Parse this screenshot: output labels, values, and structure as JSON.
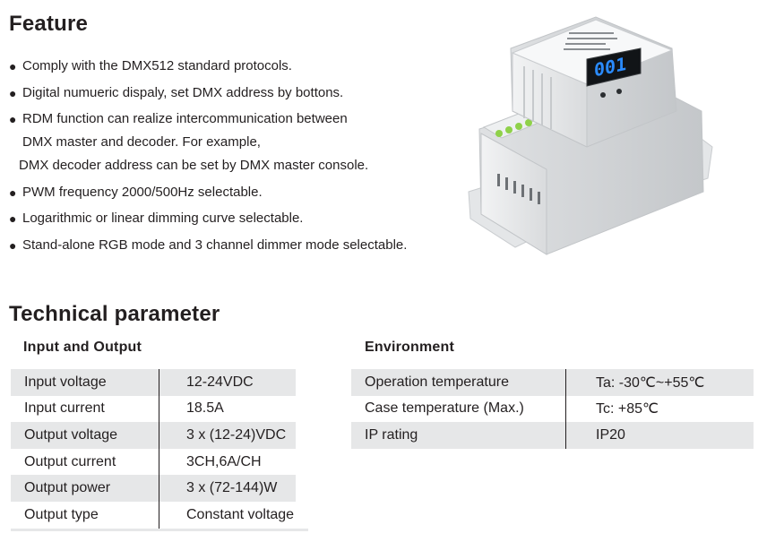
{
  "feature": {
    "title": "Feature",
    "bullets": [
      {
        "text": "Comply with the DMX512 standard protocols."
      },
      {
        "text": "Digital numueric dispaly, set DMX address by bottons."
      },
      {
        "text": "RDM function can realize intercommunication between",
        "line2": "DMX master and decoder.  For example,",
        "line3": "DMX decoder address can be set by DMX master console."
      },
      {
        "text": "PWM frequency 2000/500Hz selectable."
      },
      {
        "text": "Logarithmic or linear dimming curve selectable."
      },
      {
        "text": "Stand-alone RGB mode and 3 channel dimmer mode selectable."
      }
    ]
  },
  "product": {
    "display_text": "001"
  },
  "technical": {
    "title": "Technical parameter",
    "input_output": {
      "title": "Input and Output",
      "rows": [
        {
          "key": "Input voltage",
          "value": "12-24VDC"
        },
        {
          "key": "Input current",
          "value": "18.5A"
        },
        {
          "key": "Output voltage",
          "value": "3 x (12-24)VDC"
        },
        {
          "key": "Output current",
          "value": "3CH,6A/CH"
        },
        {
          "key": "Output power",
          "value": "3 x (72-144)W"
        },
        {
          "key": "Output type",
          "value": "Constant voltage"
        }
      ]
    },
    "environment": {
      "title": "Environment",
      "rows": [
        {
          "key": "Operation temperature",
          "value": "Ta: -30℃~+55℃"
        },
        {
          "key": "Case temperature (Max.)",
          "value": "Tc: +85℃"
        },
        {
          "key": "IP rating",
          "value": "IP20"
        }
      ]
    }
  }
}
